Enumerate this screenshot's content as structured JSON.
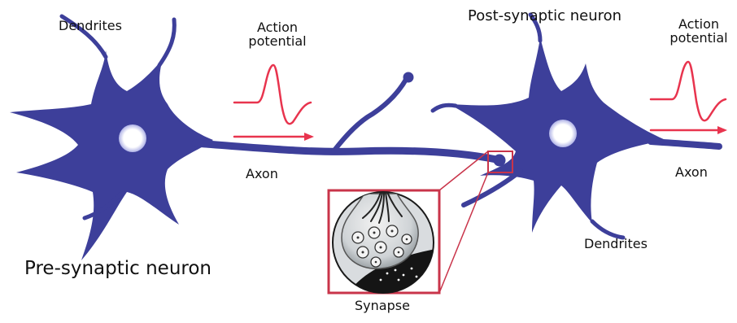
{
  "labels": {
    "dendrites_left": "Dendrites",
    "action_potential_left": "Action\npotential",
    "axon_left": "Axon",
    "pre_synaptic": "Pre-synaptic neuron",
    "post_synaptic": "Post-synaptic neuron",
    "action_potential_right": "Action\npotential",
    "axon_right": "Axon",
    "dendrites_right": "Dendrites",
    "synapse": "Synapse"
  },
  "colors": {
    "neuron": "#3d3f9a",
    "signal": "#e8344e",
    "nucleus": "#ffffff",
    "inset_frame": "#c9344a"
  }
}
